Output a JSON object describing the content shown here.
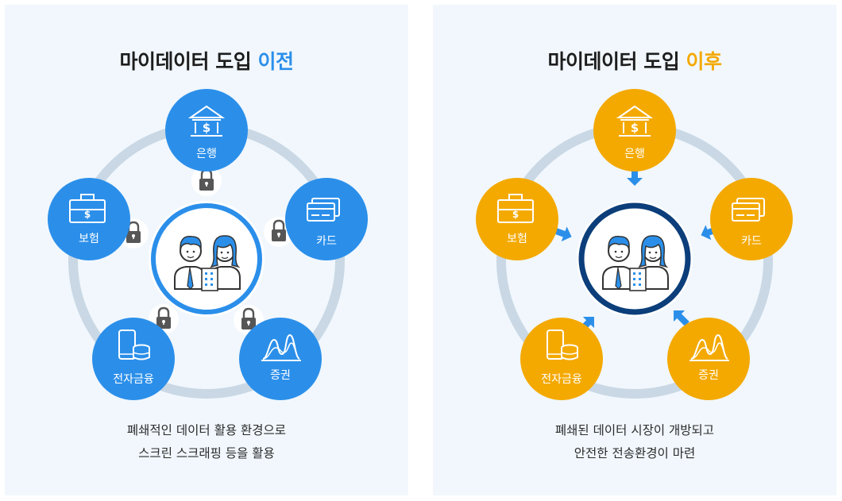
{
  "before": {
    "title_prefix": "마이데이터 도입 ",
    "title_accent": "이전",
    "nodes": {
      "bank": "은행",
      "card": "카드",
      "securities": "증권",
      "efinance": "전자금융",
      "insurance": "보험"
    },
    "caption": [
      "폐쇄적인 데이터 활용 환경으로",
      "스크린 스크래핑 등을 활용"
    ]
  },
  "after": {
    "title_prefix": "마이데이터 도입 ",
    "title_accent": "이후",
    "nodes": {
      "bank": "은행",
      "card": "카드",
      "securities": "증권",
      "efinance": "전자금융",
      "insurance": "보험"
    },
    "caption": [
      "폐쇄된 데이터 시장이 개방되고",
      "안전한 전송환경이 마련"
    ]
  },
  "colors": {
    "blue": "#2b8fea",
    "orange": "#f4a900",
    "ring": "#c9d8e4",
    "lock": "#565656",
    "navy": "#0b3e7a",
    "arrow": "#2b8fea"
  },
  "icons": [
    "bank-icon",
    "credit-card-icon",
    "stock-chart-icon",
    "mobile-database-icon",
    "briefcase-icon",
    "people-icon",
    "lock-icon",
    "arrow-icon"
  ]
}
